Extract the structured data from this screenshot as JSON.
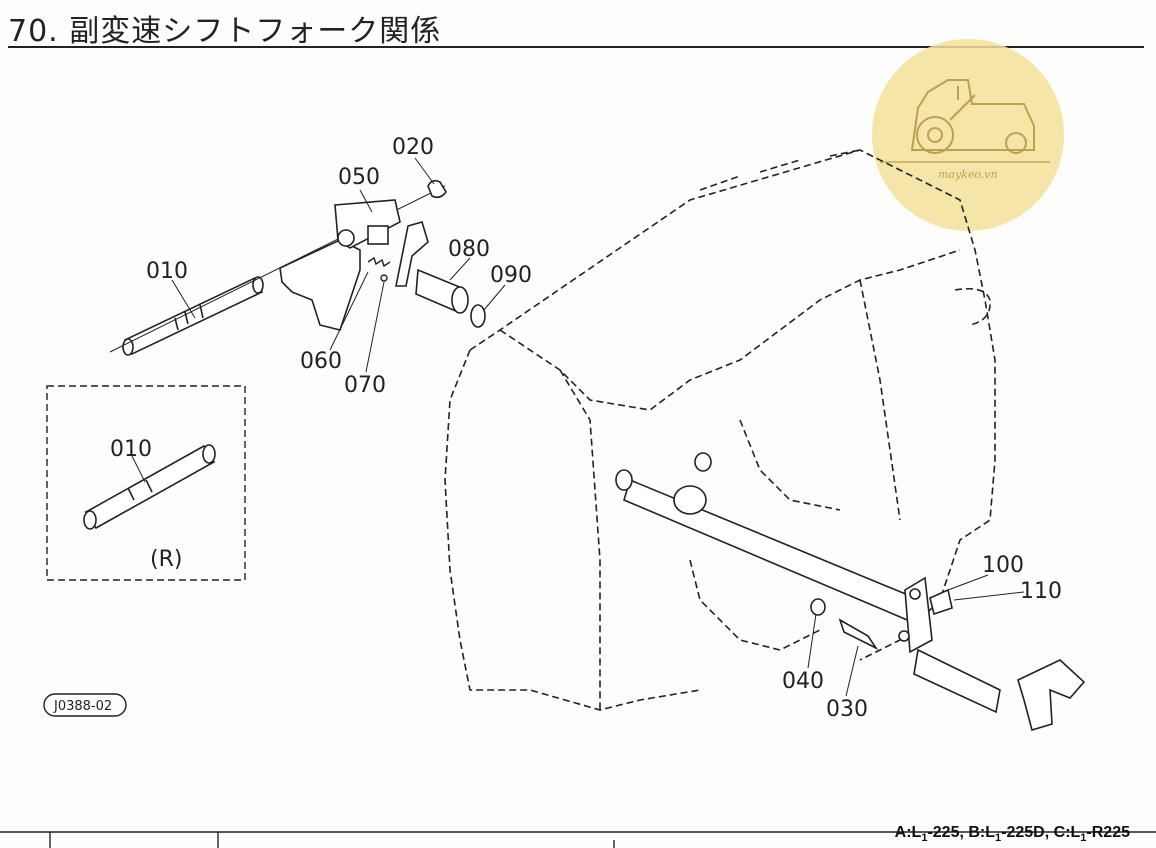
{
  "title": "70. 副変速シフトフォーク関係",
  "callouts": {
    "p010": "010",
    "p020": "020",
    "p030": "030",
    "p040": "040",
    "p050": "050",
    "p060": "060",
    "p070": "070",
    "p080": "080",
    "p090": "090",
    "p100": "100",
    "p110": "110",
    "inset_010": "010",
    "inset_r": "(R)"
  },
  "figure_code": "J0388-02",
  "watermark": "maykeo.vn",
  "models": {
    "a": "A:L",
    "a_sub": "1",
    "a_rest": "-225,",
    "b": "B:L",
    "b_sub": "1",
    "b_rest": "-225D,",
    "c": "C:L",
    "c_sub": "1",
    "c_rest": "-R225"
  },
  "colors": {
    "ink": "#222222",
    "watermark_fill": "#f3e09a"
  }
}
